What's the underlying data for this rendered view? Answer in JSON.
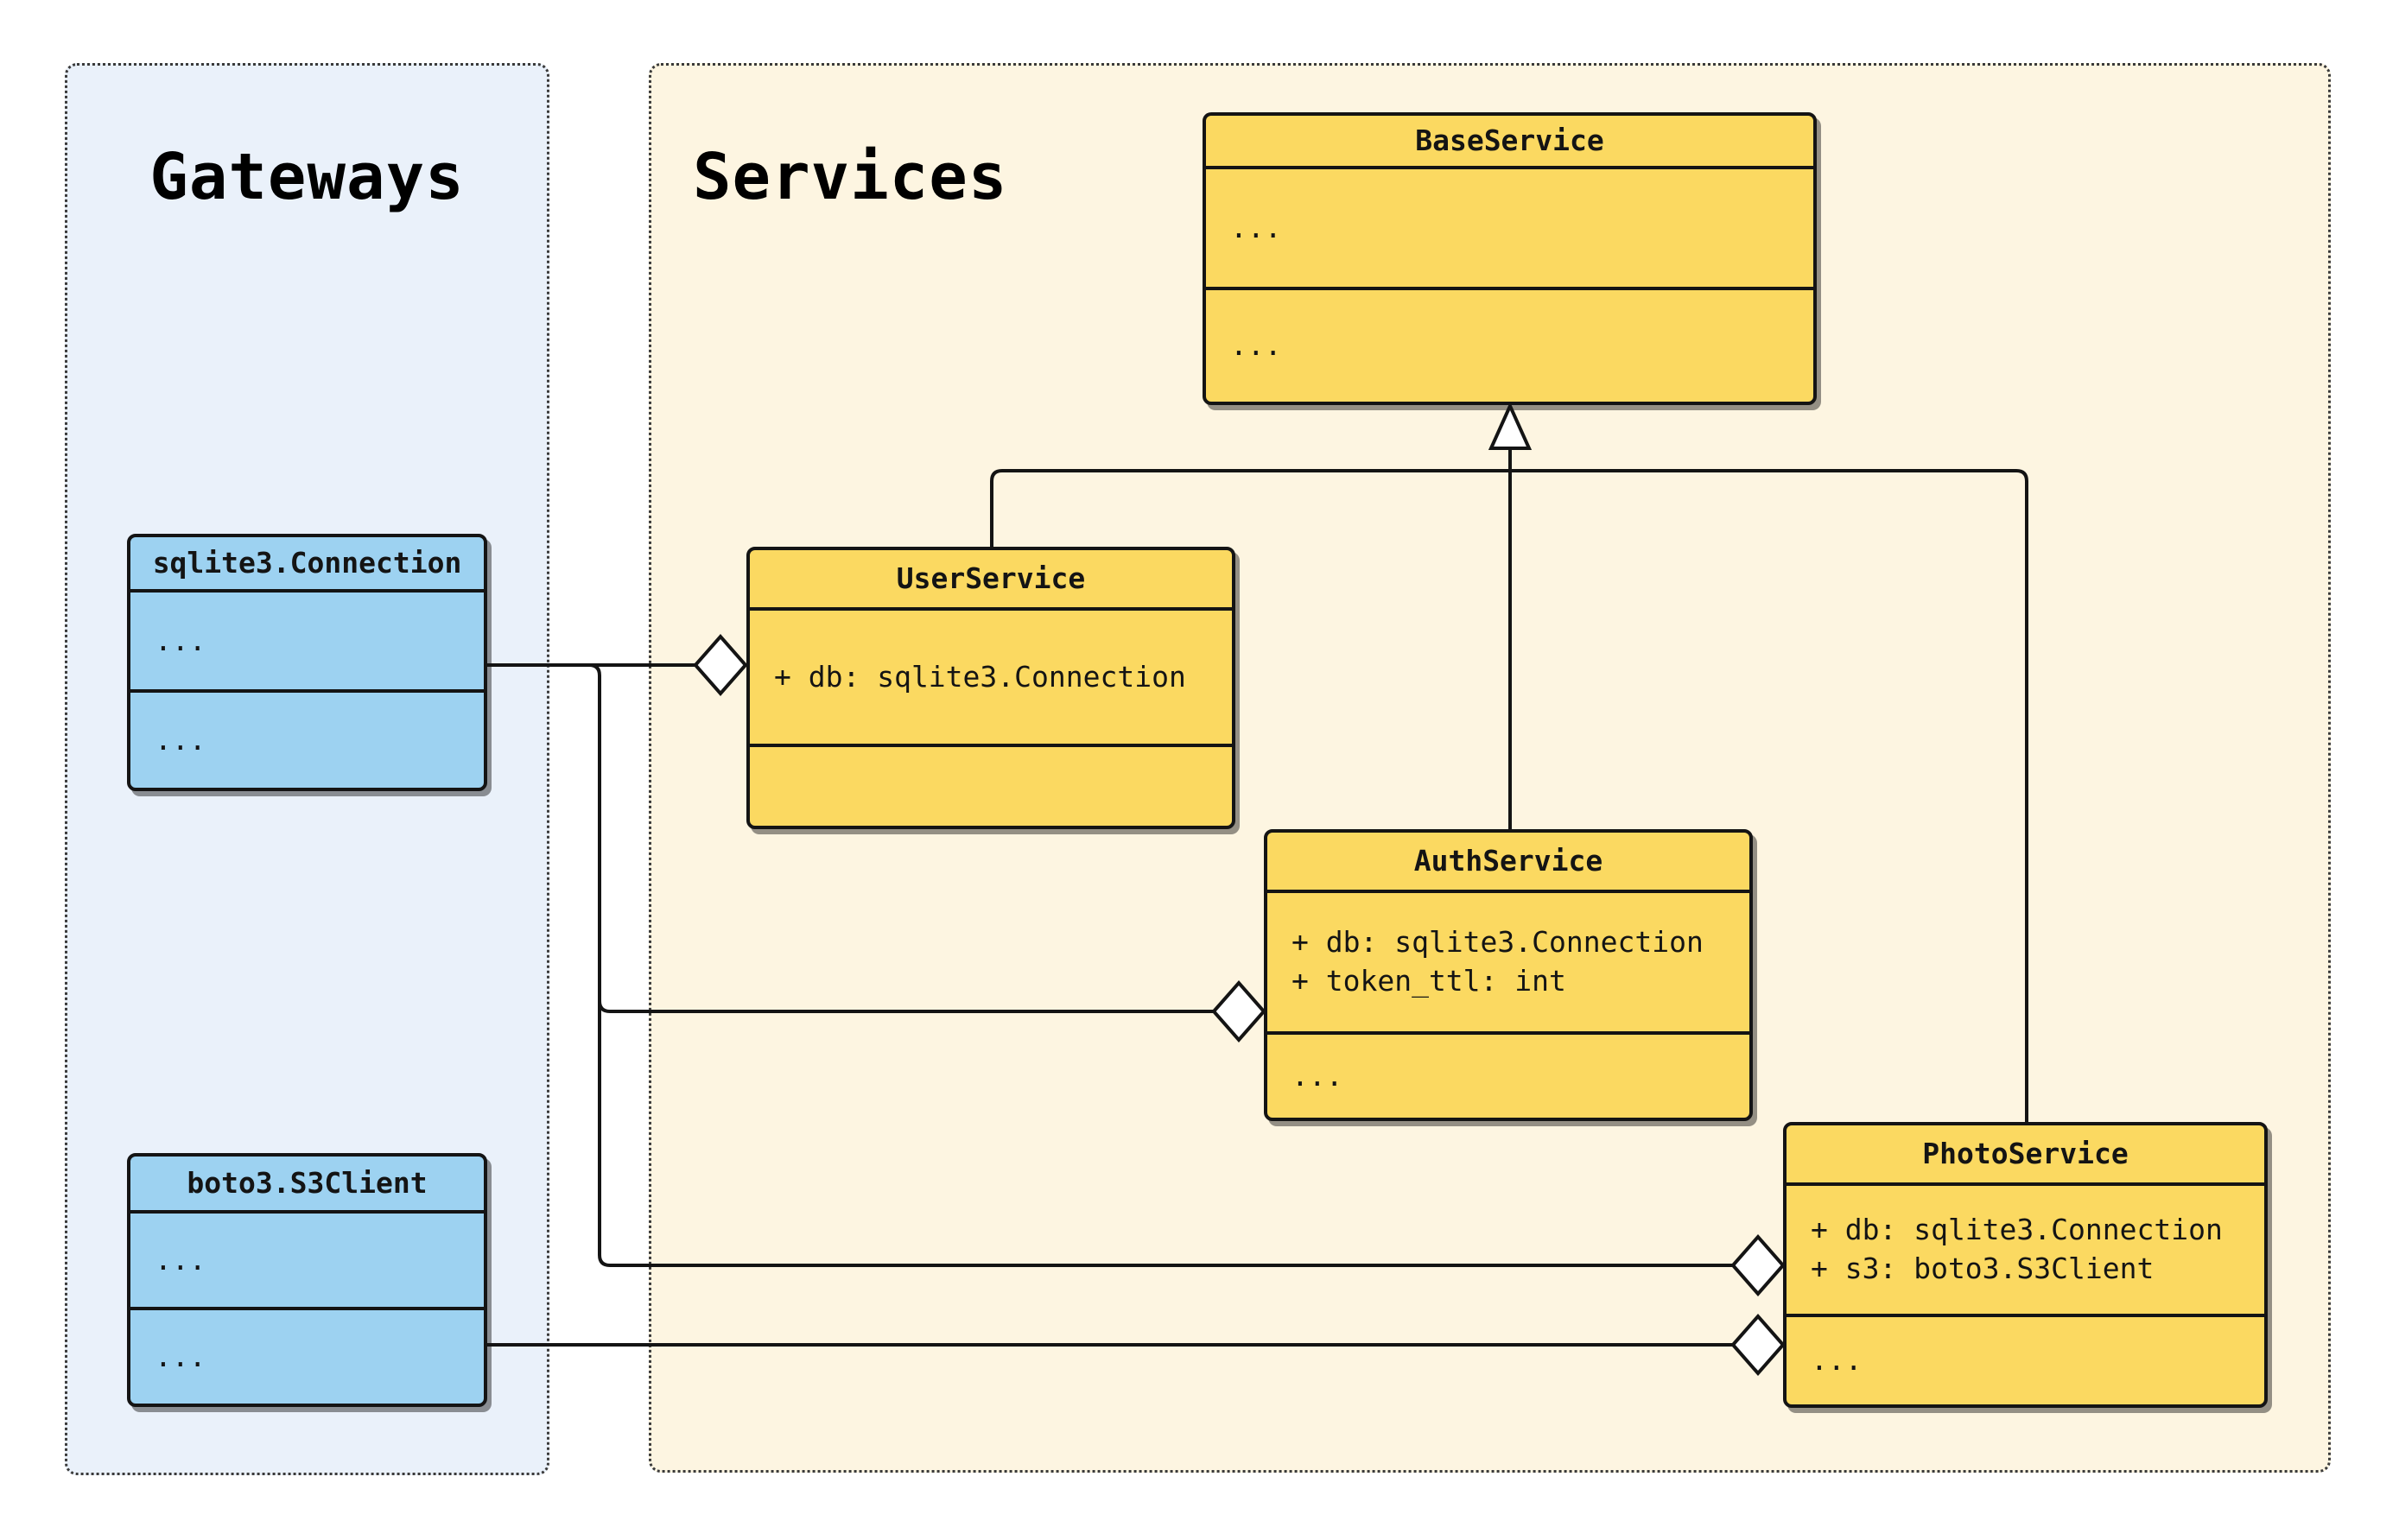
{
  "diagram_type": "uml-class-diagram",
  "groups": {
    "gateways": {
      "title": "Gateways"
    },
    "services": {
      "title": "Services"
    }
  },
  "classes": {
    "sqlite_connection": {
      "name": "sqlite3.Connection",
      "attributes": "...",
      "methods": "..."
    },
    "boto3_s3client": {
      "name": "boto3.S3Client",
      "attributes": "...",
      "methods": "..."
    },
    "base_service": {
      "name": "BaseService",
      "attributes": "...",
      "methods": "..."
    },
    "user_service": {
      "name": "UserService",
      "attributes": "+ db: sqlite3.Connection",
      "methods": ""
    },
    "auth_service": {
      "name": "AuthService",
      "attributes": "+ db: sqlite3.Connection\n+ token_ttl: int",
      "methods": "..."
    },
    "photo_service": {
      "name": "PhotoService",
      "attributes": "+ db: sqlite3.Connection\n+ s3: boto3.S3Client",
      "methods": "..."
    }
  },
  "relationships": [
    {
      "from": "UserService",
      "to": "BaseService",
      "type": "inheritance"
    },
    {
      "from": "AuthService",
      "to": "BaseService",
      "type": "inheritance"
    },
    {
      "from": "PhotoService",
      "to": "BaseService",
      "type": "inheritance"
    },
    {
      "from": "sqlite3.Connection",
      "to": "UserService",
      "type": "aggregation"
    },
    {
      "from": "sqlite3.Connection",
      "to": "AuthService",
      "type": "aggregation"
    },
    {
      "from": "sqlite3.Connection",
      "to": "PhotoService",
      "type": "aggregation"
    },
    {
      "from": "boto3.S3Client",
      "to": "PhotoService",
      "type": "aggregation"
    }
  ],
  "colors": {
    "service_node_fill": "#FBD961",
    "gateway_node_fill": "#9DD2F1",
    "gateways_group_bg": "#EAF1FA",
    "services_group_bg": "#FDF5E1",
    "edge_stroke": "#141414",
    "page_bg": "#FFFFFF"
  }
}
